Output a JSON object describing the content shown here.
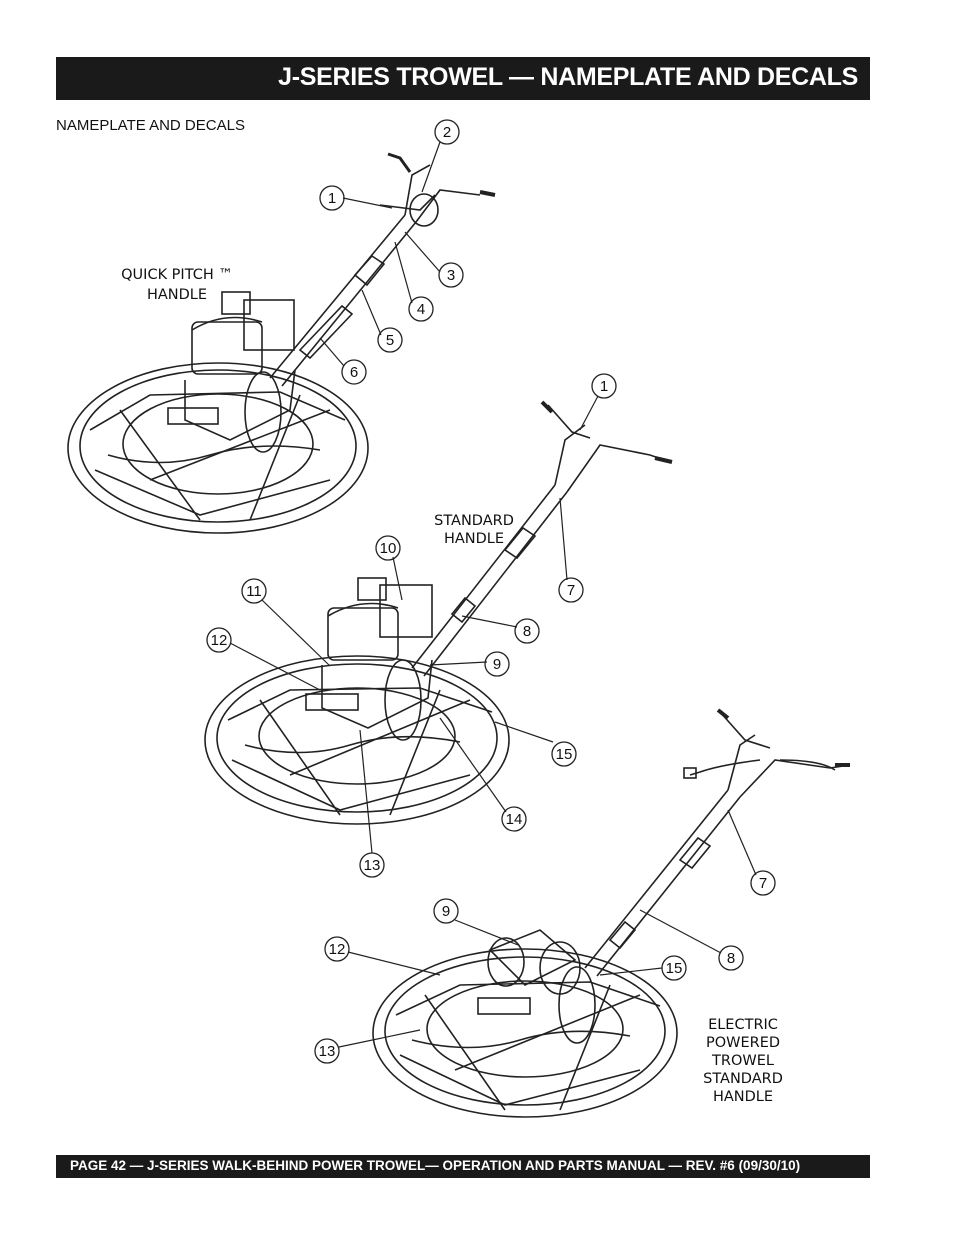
{
  "header": {
    "title": "J-SERIES TROWEL —  NAMEPLATE AND DECALS"
  },
  "section": {
    "label": "NAMEPLATE AND DECALS"
  },
  "captions": {
    "quick_pitch": [
      "QUICK PITCH ™",
      "HANDLE"
    ],
    "standard": [
      "STANDARD",
      "HANDLE"
    ],
    "electric": [
      "ELECTRIC",
      "POWERED",
      "TROWEL",
      "STANDARD",
      "HANDLE"
    ]
  },
  "callouts": {
    "top": [
      "1",
      "2",
      "3",
      "4",
      "5",
      "6"
    ],
    "middle": [
      "1",
      "7",
      "8",
      "9",
      "10",
      "11",
      "12",
      "13",
      "14",
      "15"
    ],
    "bottom": [
      "7",
      "8",
      "9",
      "12",
      "13",
      "15"
    ]
  },
  "footer": {
    "text": "PAGE 42 — J-SERIES  WALK-BEHIND POWER TROWEL— OPERATION AND PARTS MANUAL — REV. #6 (09/30/10)"
  }
}
